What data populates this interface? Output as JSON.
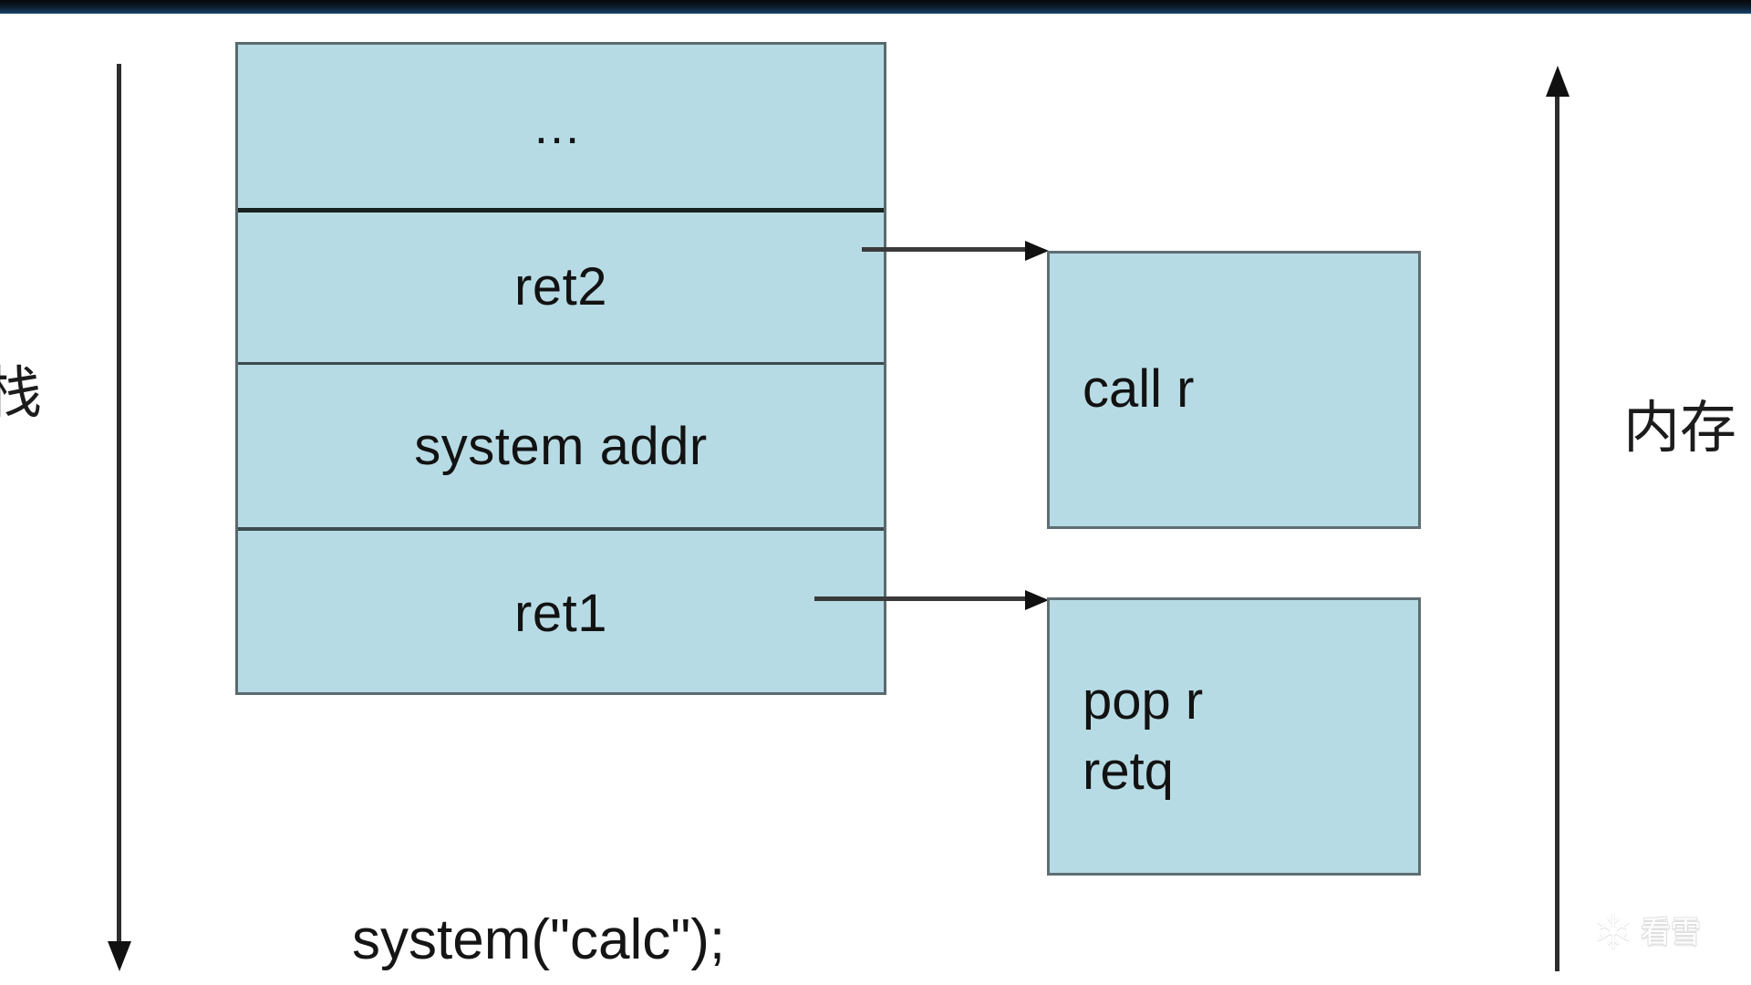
{
  "window": {
    "topbar_color": "#0d2239"
  },
  "colors": {
    "box_fill": "#b7dbe4",
    "box_border": "#5f6e72",
    "text": "#121212",
    "arrow": "#111111"
  },
  "labels": {
    "stack": "栈",
    "memory": "内存"
  },
  "stack": {
    "cells": [
      {
        "label": "…"
      },
      {
        "label": "ret2"
      },
      {
        "label": "system addr"
      },
      {
        "label": "ret1"
      }
    ]
  },
  "gadgets": [
    {
      "line1": "call r",
      "line2": ""
    },
    {
      "line1": "pop r",
      "line2": "retq"
    }
  ],
  "caption": "system(\"calc\");",
  "watermark": {
    "icon": "snowflake-icon",
    "text": "看雪"
  }
}
